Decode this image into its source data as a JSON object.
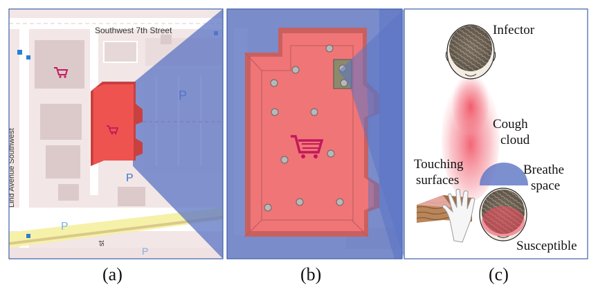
{
  "map": {
    "street_top": "Southwest 7th Street",
    "street_left": "Lind Avenue Southwest",
    "street_bottom_fragment": "st",
    "parking_symbol": "P"
  },
  "panel_c": {
    "labels": {
      "infector": "Infector",
      "cough_line1": "Cough",
      "cough_line2": "cloud",
      "touch_line1": "Touching",
      "touch_line2": "surfaces",
      "breathe_line1": "Breathe",
      "breathe_line2": "space",
      "susceptible": "Susceptible"
    }
  },
  "captions": {
    "a": "(a)",
    "b": "(b)",
    "c": "(c)"
  },
  "colors": {
    "building_red": "#ef5350",
    "highlight_blue": "#5b74c4",
    "frame_blue": "#3b62a8",
    "map_pink": "#e8d4d4",
    "store_icon": "#c2185b",
    "parking_letter": "#3a78c8",
    "cough_cloud": "#f06a78"
  },
  "icons": [
    "shopping-cart-icon",
    "parking-icon",
    "head-icon",
    "hand-icon"
  ]
}
